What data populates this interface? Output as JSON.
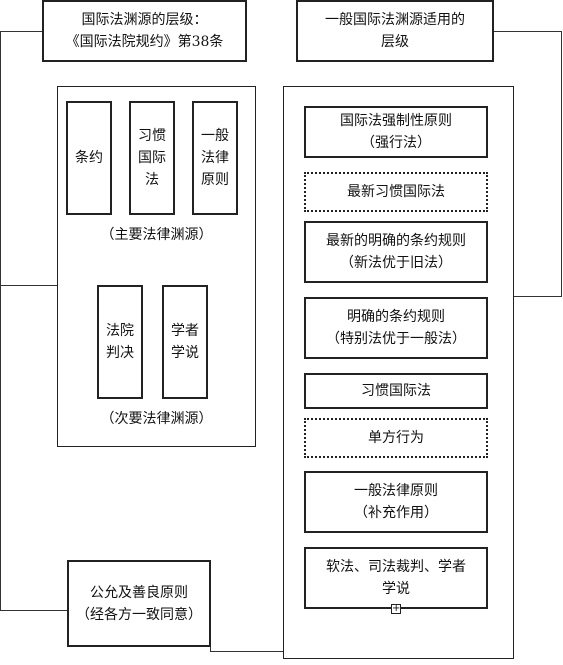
{
  "top_left": {
    "line1": "国际法渊源的层级：",
    "line2": "《国际法院规约》第38条"
  },
  "top_right": {
    "line1": "一般国际法渊源适用的",
    "line2": "层级"
  },
  "primary": {
    "items": [
      {
        "lines": [
          "条约"
        ]
      },
      {
        "lines": [
          "习惯",
          "国际",
          "法"
        ]
      },
      {
        "lines": [
          "一般",
          "法律",
          "原则"
        ]
      }
    ],
    "caption": "（主要法律渊源）"
  },
  "secondary": {
    "items": [
      {
        "lines": [
          "法院",
          "判决"
        ]
      },
      {
        "lines": [
          "学者",
          "学说"
        ]
      }
    ],
    "caption": "（次要法律渊源）"
  },
  "equity": {
    "line1": "公允及善良原则",
    "line2": "（经各方一致同意）"
  },
  "hierarchy": [
    {
      "line1": "国际法强制性原则",
      "line2": "（强行法）",
      "style": "solid"
    },
    {
      "line1": "最新习惯国际法",
      "line2": "",
      "style": "dotted"
    },
    {
      "line1": "最新的明确的条约规则",
      "line2": "（新法优于旧法）",
      "style": "solid"
    },
    {
      "line1": "明确的条约规则",
      "line2": "（特别法优于一般法）",
      "style": "solid"
    },
    {
      "line1": "习惯国际法",
      "line2": "",
      "style": "solid"
    },
    {
      "line1": "单方行为",
      "line2": "",
      "style": "dotted"
    },
    {
      "line1": "一般法律原则",
      "line2": "（补充作用）",
      "style": "solid"
    },
    {
      "line1": "软法、司法裁判、学者",
      "line2": "学说",
      "style": "solid"
    }
  ],
  "expand_icon": "plus-square-icon"
}
